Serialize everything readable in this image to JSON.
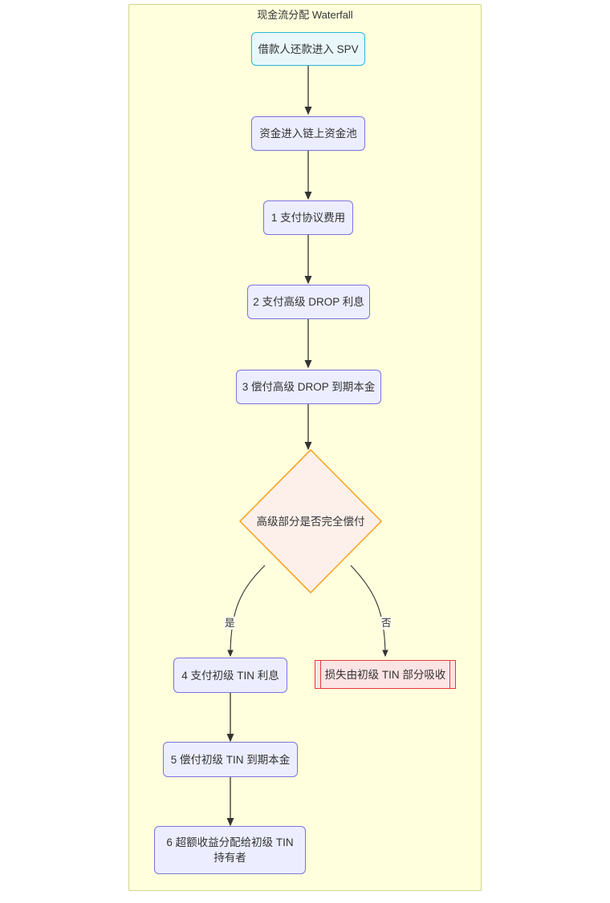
{
  "diagram": {
    "title": "现金流分配 Waterfall",
    "type": "flowchart",
    "direction": "top-to-bottom",
    "container": {
      "background_color": "#ffffde",
      "border_color": "#d3d38a"
    },
    "nodes": [
      {
        "id": "start",
        "label": "借款人还款进入 SPV",
        "shape": "rounded-rect",
        "fill_color": "#e9f7fb",
        "border_color": "#29b6da"
      },
      {
        "id": "pool",
        "label": "资金进入链上资金池",
        "shape": "rounded-rect",
        "fill_color": "#eceeff",
        "border_color": "#7c72e0"
      },
      {
        "id": "step1",
        "label": "1 支付协议费用",
        "shape": "rounded-rect",
        "fill_color": "#eceeff",
        "border_color": "#7c72e0"
      },
      {
        "id": "step2",
        "label": "2 支付高级 DROP 利息",
        "shape": "rounded-rect",
        "fill_color": "#eceeff",
        "border_color": "#7c72e0"
      },
      {
        "id": "step3",
        "label": "3 偿付高级 DROP 到期本金",
        "shape": "rounded-rect",
        "fill_color": "#eceeff",
        "border_color": "#7c72e0"
      },
      {
        "id": "decision",
        "label": "高级部分是否完全偿付",
        "shape": "diamond",
        "fill_color": "#fdf0ea",
        "border_color": "#f5a623"
      },
      {
        "id": "step4",
        "label": "4 支付初级 TIN 利息",
        "shape": "rounded-rect",
        "fill_color": "#eceeff",
        "border_color": "#7c72e0"
      },
      {
        "id": "loss",
        "label": "损失由初级 TIN 部分吸收",
        "shape": "subroutine",
        "fill_color": "#fde4e4",
        "border_color": "#e8373c"
      },
      {
        "id": "step5",
        "label": "5 偿付初级 TIN 到期本金",
        "shape": "rounded-rect",
        "fill_color": "#eceeff",
        "border_color": "#7c72e0"
      },
      {
        "id": "step6",
        "label": "6 超额收益分配给初级 TIN\n持有者",
        "shape": "rounded-rect",
        "fill_color": "#eceeff",
        "border_color": "#7c72e0"
      }
    ],
    "edges": [
      {
        "from": "start",
        "to": "pool",
        "label": ""
      },
      {
        "from": "pool",
        "to": "step1",
        "label": ""
      },
      {
        "from": "step1",
        "to": "step2",
        "label": ""
      },
      {
        "from": "step2",
        "to": "step3",
        "label": ""
      },
      {
        "from": "step3",
        "to": "decision",
        "label": ""
      },
      {
        "from": "decision",
        "to": "step4",
        "label": "是"
      },
      {
        "from": "decision",
        "to": "loss",
        "label": "否"
      },
      {
        "from": "step4",
        "to": "step5",
        "label": ""
      },
      {
        "from": "step5",
        "to": "step6",
        "label": ""
      }
    ],
    "edge_labels": {
      "yes": "是",
      "no": "否"
    }
  }
}
